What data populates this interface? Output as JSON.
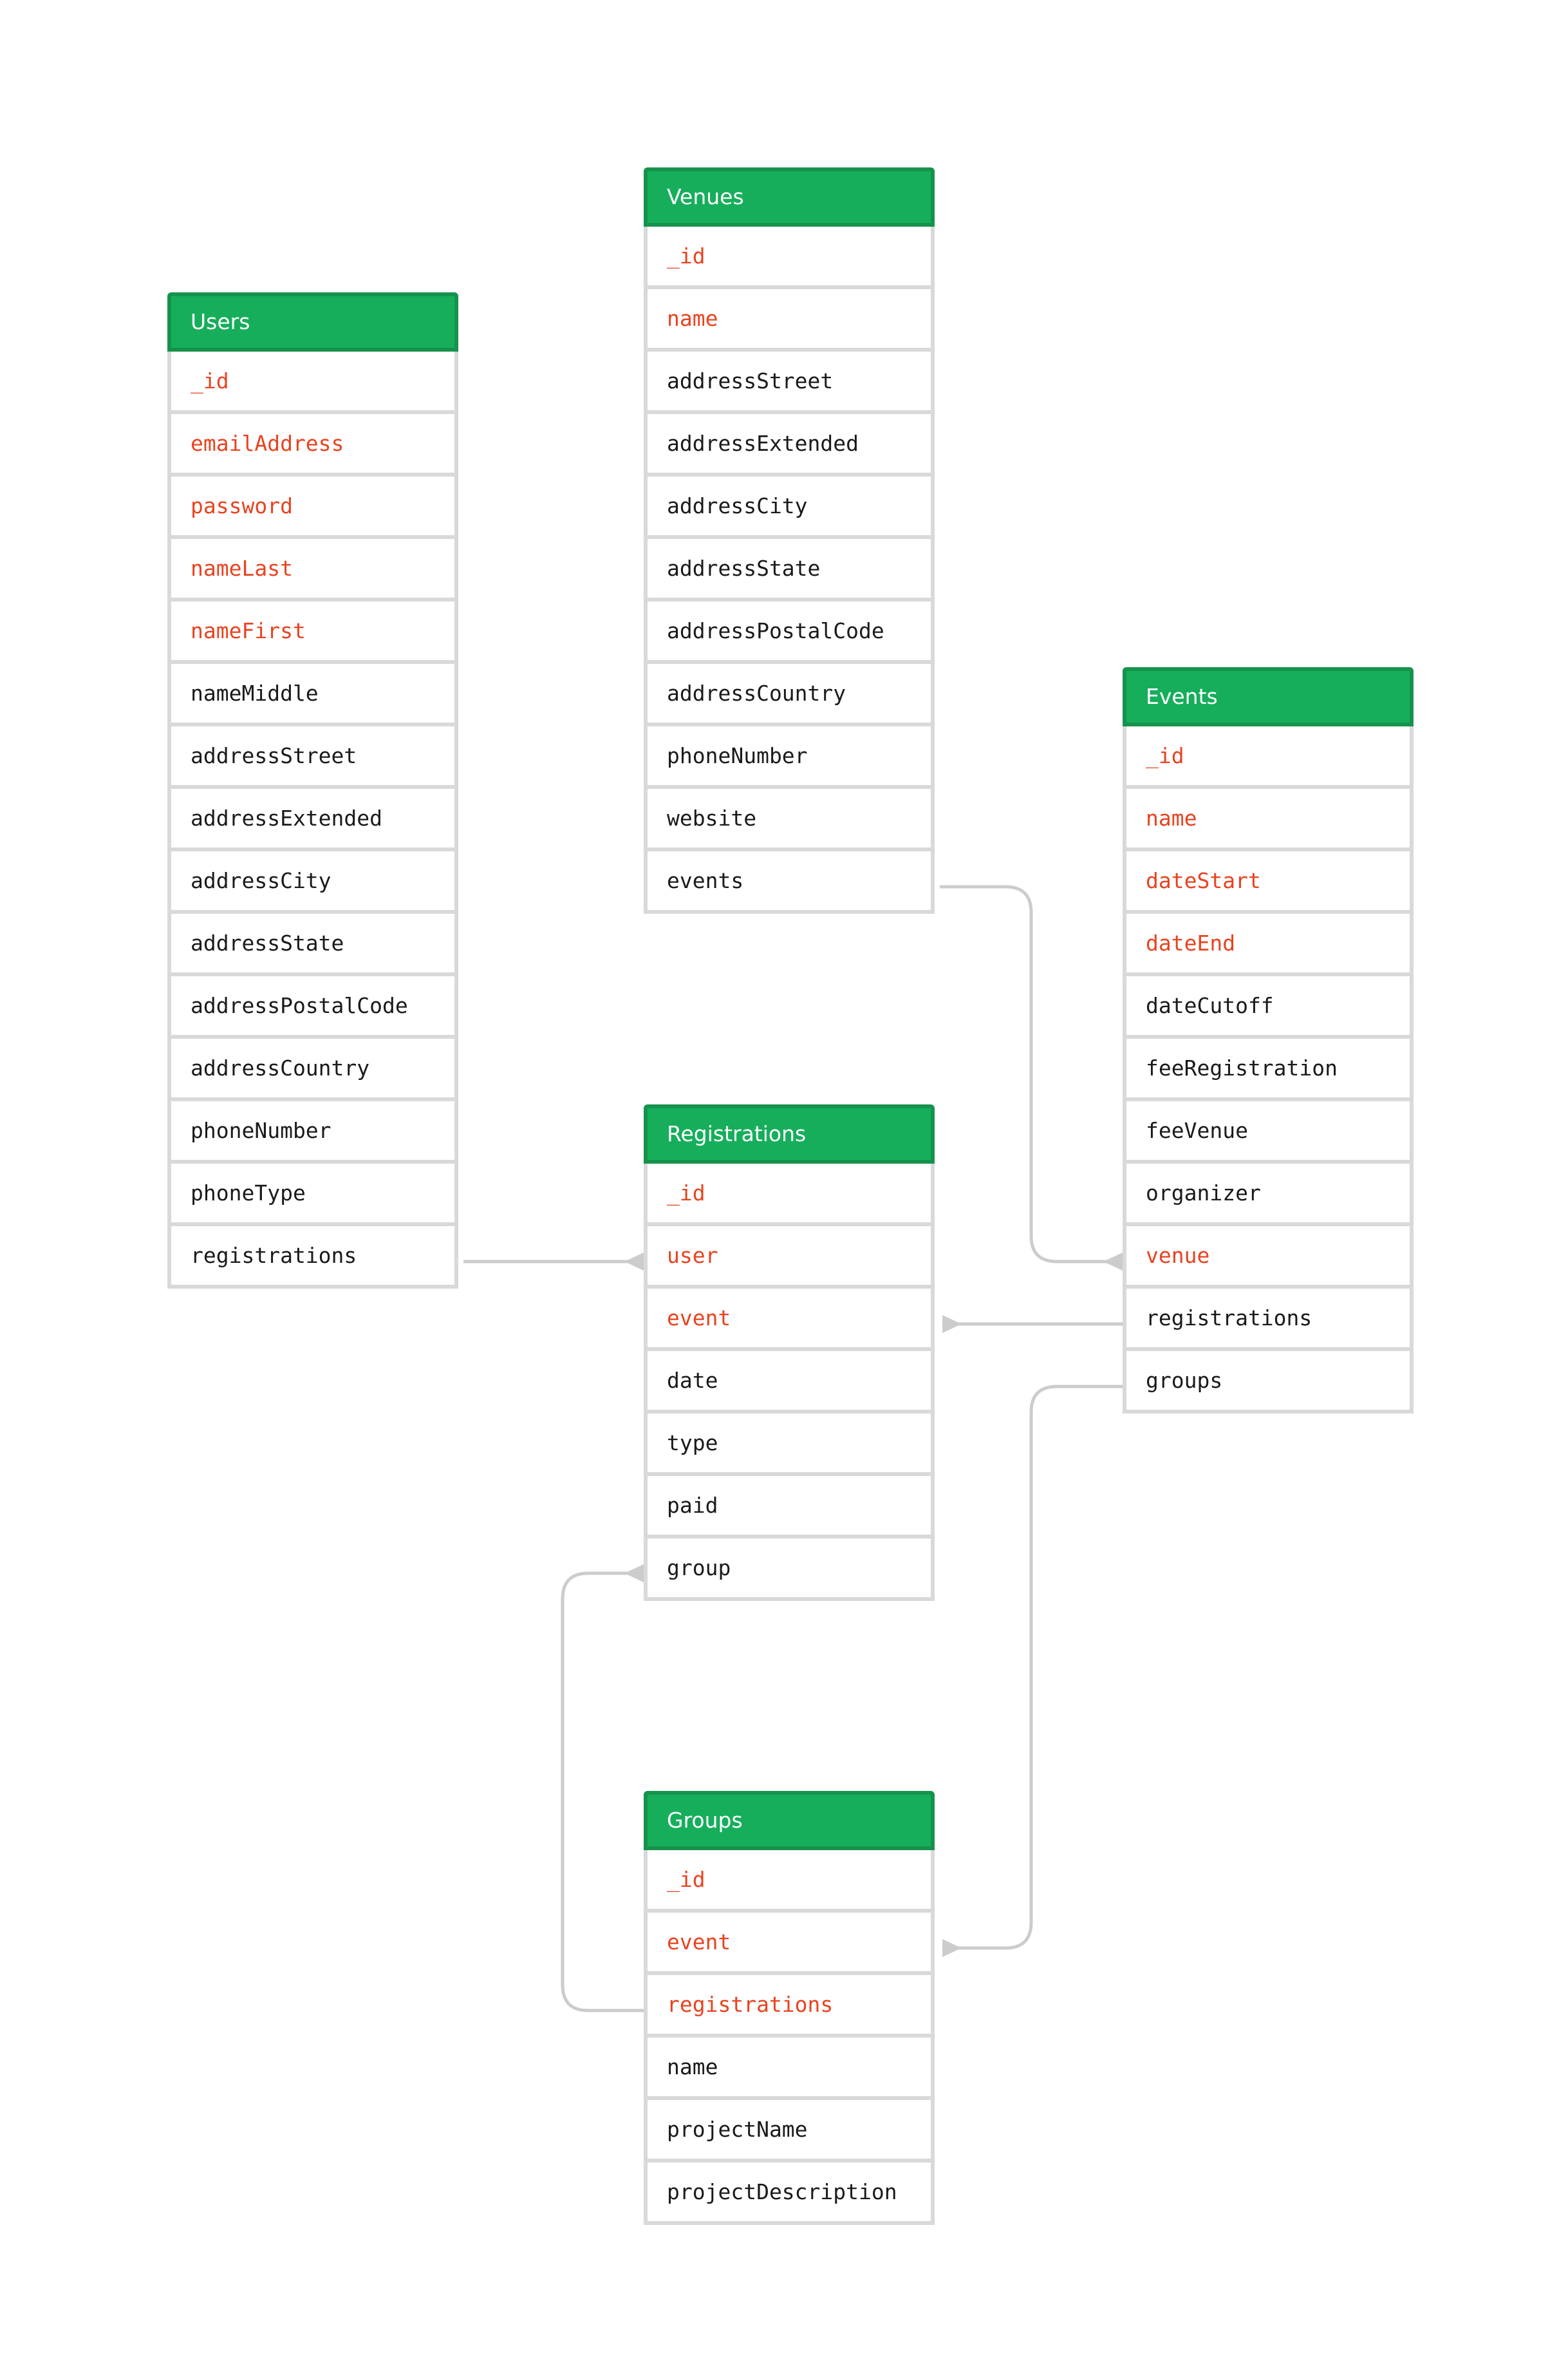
{
  "colors": {
    "header_fill": "#16ae5b",
    "header_border": "#16924c",
    "field_border": "#d9d9d9",
    "required_text": "#e8431f",
    "normal_text": "#1a1a1a",
    "connector": "#cccccc"
  },
  "entities": {
    "users": {
      "title": "Users",
      "fields": [
        {
          "name": "_id",
          "required": true
        },
        {
          "name": "emailAddress",
          "required": true
        },
        {
          "name": "password",
          "required": true
        },
        {
          "name": "nameLast",
          "required": true
        },
        {
          "name": "nameFirst",
          "required": true
        },
        {
          "name": "nameMiddle",
          "required": false
        },
        {
          "name": "addressStreet",
          "required": false
        },
        {
          "name": "addressExtended",
          "required": false
        },
        {
          "name": "addressCity",
          "required": false
        },
        {
          "name": "addressState",
          "required": false
        },
        {
          "name": "addressPostalCode",
          "required": false
        },
        {
          "name": "addressCountry",
          "required": false
        },
        {
          "name": "phoneNumber",
          "required": false
        },
        {
          "name": "phoneType",
          "required": false
        },
        {
          "name": "registrations",
          "required": false
        }
      ]
    },
    "venues": {
      "title": "Venues",
      "fields": [
        {
          "name": "_id",
          "required": true
        },
        {
          "name": "name",
          "required": true
        },
        {
          "name": "addressStreet",
          "required": false
        },
        {
          "name": "addressExtended",
          "required": false
        },
        {
          "name": "addressCity",
          "required": false
        },
        {
          "name": "addressState",
          "required": false
        },
        {
          "name": "addressPostalCode",
          "required": false
        },
        {
          "name": "addressCountry",
          "required": false
        },
        {
          "name": "phoneNumber",
          "required": false
        },
        {
          "name": "website",
          "required": false
        },
        {
          "name": "events",
          "required": false
        }
      ]
    },
    "events": {
      "title": "Events",
      "fields": [
        {
          "name": "_id",
          "required": true
        },
        {
          "name": "name",
          "required": true
        },
        {
          "name": "dateStart",
          "required": true
        },
        {
          "name": "dateEnd",
          "required": true
        },
        {
          "name": "dateCutoff",
          "required": false
        },
        {
          "name": "feeRegistration",
          "required": false
        },
        {
          "name": "feeVenue",
          "required": false
        },
        {
          "name": "organizer",
          "required": false
        },
        {
          "name": "venue",
          "required": true
        },
        {
          "name": "registrations",
          "required": false
        },
        {
          "name": "groups",
          "required": false
        }
      ]
    },
    "registrations": {
      "title": "Registrations",
      "fields": [
        {
          "name": "_id",
          "required": true
        },
        {
          "name": "user",
          "required": true
        },
        {
          "name": "event",
          "required": true
        },
        {
          "name": "date",
          "required": false
        },
        {
          "name": "type",
          "required": false
        },
        {
          "name": "paid",
          "required": false
        },
        {
          "name": "group",
          "required": false
        }
      ]
    },
    "groups": {
      "title": "Groups",
      "fields": [
        {
          "name": "_id",
          "required": true
        },
        {
          "name": "event",
          "required": true
        },
        {
          "name": "registrations",
          "required": true
        },
        {
          "name": "name",
          "required": false
        },
        {
          "name": "projectName",
          "required": false
        },
        {
          "name": "projectDescription",
          "required": false
        }
      ]
    }
  },
  "relationships": [
    {
      "from": "users.registrations",
      "to": "registrations.user"
    },
    {
      "from": "venues.events",
      "to": "events.venue"
    },
    {
      "from": "events.registrations",
      "to": "registrations.event"
    },
    {
      "from": "events.groups",
      "to": "groups.event"
    },
    {
      "from": "groups.registrations",
      "to": "registrations.group"
    }
  ]
}
